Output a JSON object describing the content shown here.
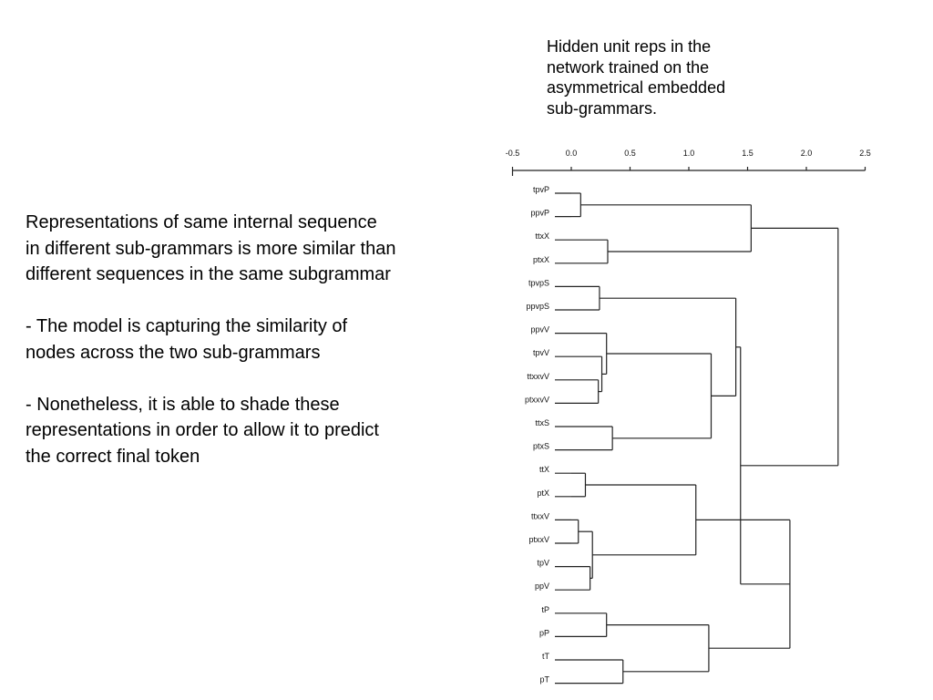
{
  "caption": {
    "lines": [
      "Hidden unit reps in the",
      "network trained on the",
      "asymmetrical embedded",
      "sub-grammars."
    ]
  },
  "body_text": {
    "paragraph1": [
      "Representations of same internal sequence",
      "in different sub-grammars is more similar than",
      "different sequences in the same subgrammar"
    ],
    "paragraph2": [
      "- The model is capturing the similarity of",
      "nodes across the two sub-grammars"
    ],
    "paragraph3": [
      "- Nonetheless, it is able to shade these",
      "representations in order to allow it to predict",
      "the correct final token"
    ]
  },
  "dendrogram": {
    "axis_ticks": [
      -0.5,
      0.0,
      0.5,
      1.0,
      1.5,
      2.0,
      2.5
    ],
    "axis_tick_labels": [
      "-0.5",
      "0.0",
      "0.5",
      "1.0",
      "1.5",
      "2.0",
      "2.5"
    ],
    "leaves": [
      {
        "label": "tpvP",
        "height": 0.0
      },
      {
        "label": "ppvP",
        "height": 0.0
      },
      {
        "label": "ttxX",
        "height": 0.0
      },
      {
        "label": "ptxX",
        "height": 0.0
      },
      {
        "label": "tpvpS",
        "height": 0.0
      },
      {
        "label": "ppvpS",
        "height": 0.0
      },
      {
        "label": "ppvV",
        "height": 0.0
      },
      {
        "label": "tpvV",
        "height": 0.0
      },
      {
        "label": "ttxxvV",
        "height": 0.0
      },
      {
        "label": "ptxxvV",
        "height": 0.0
      },
      {
        "label": "ttxS",
        "height": 0.0
      },
      {
        "label": "ptxS",
        "height": 0.0
      },
      {
        "label": "ttX",
        "height": 0.0
      },
      {
        "label": "ptX",
        "height": 0.0
      },
      {
        "label": "ttxxV",
        "height": 0.0
      },
      {
        "label": "ptxxV",
        "height": 0.0
      },
      {
        "label": "tpV",
        "height": 0.0
      },
      {
        "label": "ppV",
        "height": 0.0
      },
      {
        "label": "tP",
        "height": 0.0
      },
      {
        "label": "pP",
        "height": 0.0
      },
      {
        "label": "tT",
        "height": 0.0
      },
      {
        "label": "pT",
        "height": 0.0
      }
    ],
    "merges": [
      {
        "a": 0,
        "b": 1,
        "height": 0.08
      },
      {
        "a": 2,
        "b": 3,
        "height": 0.31
      },
      {
        "a": 22,
        "b": 23,
        "height": 1.53
      },
      {
        "a": 4,
        "b": 5,
        "height": 0.24
      },
      {
        "a": 8,
        "b": 9,
        "height": 0.23
      },
      {
        "a": 7,
        "b": 26,
        "height": 0.26
      },
      {
        "a": 6,
        "b": 27,
        "height": 0.3
      },
      {
        "a": 10,
        "b": 11,
        "height": 0.35
      },
      {
        "a": 28,
        "b": 29,
        "height": 1.19
      },
      {
        "a": 25,
        "b": 30,
        "height": 1.4
      },
      {
        "a": 12,
        "b": 13,
        "height": 0.12
      },
      {
        "a": 14,
        "b": 15,
        "height": 0.06
      },
      {
        "a": 16,
        "b": 17,
        "height": 0.16
      },
      {
        "a": 33,
        "b": 34,
        "height": 0.18
      },
      {
        "a": 32,
        "b": 35,
        "height": 1.06
      },
      {
        "a": 18,
        "b": 19,
        "height": 0.3
      },
      {
        "a": 20,
        "b": 21,
        "height": 0.44
      },
      {
        "a": 37,
        "b": 38,
        "height": 1.17
      },
      {
        "a": 36,
        "b": 39,
        "height": 1.86
      },
      {
        "a": 31,
        "b": 40,
        "height": 1.44
      },
      {
        "a": 24,
        "b": 41,
        "height": 2.27
      }
    ]
  }
}
